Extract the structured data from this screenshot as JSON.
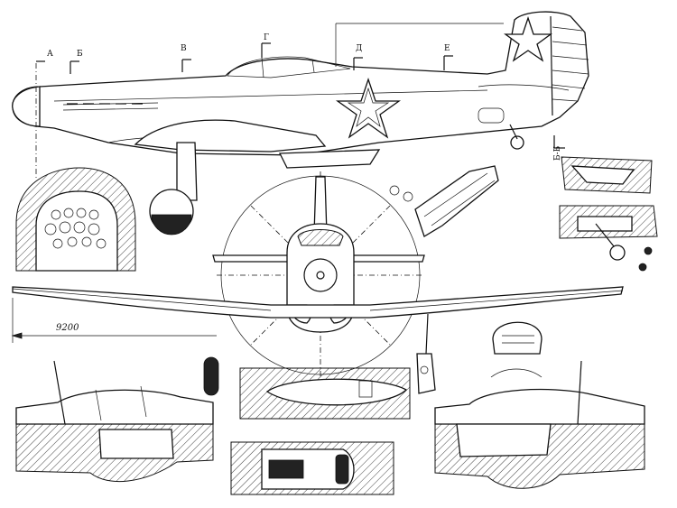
{
  "section_labels": [
    "А",
    "Б",
    "В",
    "Г",
    "Д",
    "Е"
  ],
  "dimension": "9200",
  "aux_mark": "Б-Б"
}
